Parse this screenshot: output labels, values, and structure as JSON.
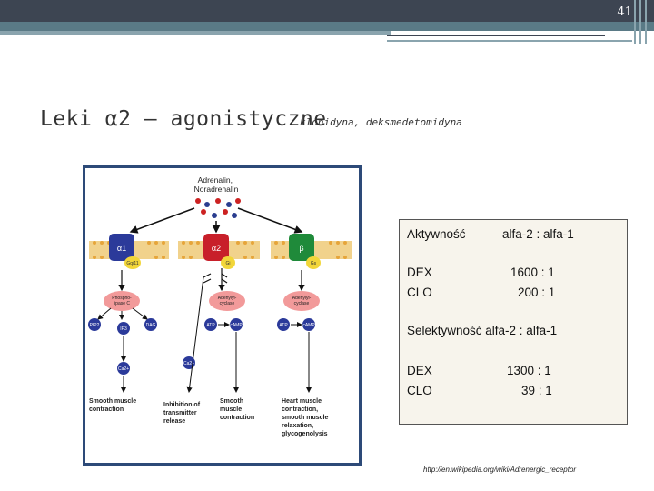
{
  "page_number": "41",
  "title": "Leki α2 – agonistyczne",
  "subtitle": "klonidyna, deksmedetomidyna",
  "figure": {
    "ligand": "Adrenalin,\nNoradrenalin",
    "receptors": [
      "α1",
      "α2",
      "β"
    ],
    "g_proteins": [
      "Gq/11",
      "Gi",
      "Gs"
    ],
    "effectors": [
      "Phospho-lipase C",
      "Adenylyl-cyclase",
      "Adenylyl-cyclase"
    ],
    "molecules": [
      "PIP2",
      "IP3",
      "DAG",
      "Ca2+",
      "ATP",
      "cAMP",
      "Ca2+",
      "ATP",
      "cAMP"
    ],
    "outcomes": [
      "Smooth muscle contraction",
      "Inhibition of transmitter release",
      "Smooth muscle contraction",
      "Heart muscle contraction, smooth muscle relaxation, glycogenolysis"
    ]
  },
  "info": {
    "activity_label": "Aktywność",
    "ratio_label": "alfa-2 : alfa-1",
    "activity_rows": [
      {
        "drug": "DEX",
        "value": "1600  :  1"
      },
      {
        "drug": "CLO",
        "value": "200  :  1"
      }
    ],
    "selectivity_label": "Selektywność alfa-2 : alfa-1",
    "selectivity_rows": [
      {
        "drug": "DEX",
        "value": "1300  :  1"
      },
      {
        "drug": "CLO",
        "value": "39  :  1"
      }
    ]
  },
  "source_url": "http://en.wikipedia.org/wiki/Adrenergic_receptor",
  "colors": {
    "header_dark": "#3d4552",
    "header_teal": "#5a7a86",
    "figure_border": "#2d4a78",
    "box_bg": "#f7f4ec"
  }
}
